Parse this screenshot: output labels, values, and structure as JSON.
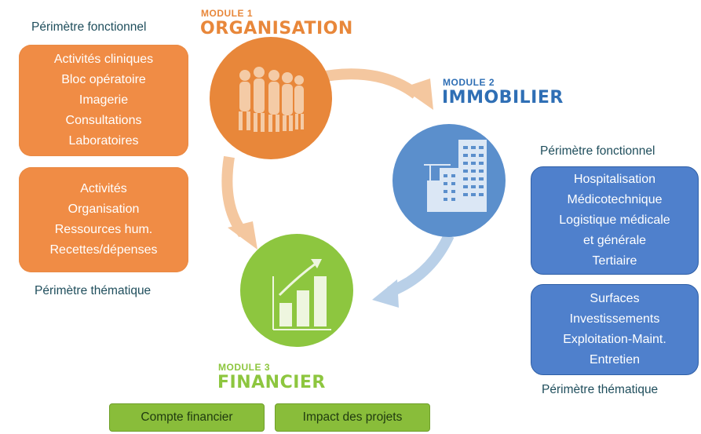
{
  "colors": {
    "orange": "#f08c45",
    "orange_circle": "#e8873a",
    "blue": "#4f80cc",
    "blue_circle": "#5b8fcc",
    "green": "#89bd3a",
    "green_circle": "#8dc63f",
    "arrow_orange": "#f4c79f",
    "arrow_blue": "#b9d0e8"
  },
  "module1": {
    "kicker": "MODULE 1",
    "title": "ORGANISATION",
    "icon": "people-icon"
  },
  "module2": {
    "kicker": "MODULE 2",
    "title": "IMMOBILIER",
    "icon": "buildings-icon"
  },
  "module3": {
    "kicker": "MODULE 3",
    "title": "FINANCIER",
    "icon": "growth-chart-icon"
  },
  "left": {
    "functional_caption": "Périmètre fonctionnel",
    "functional_items": [
      "Activités cliniques",
      "Bloc opératoire",
      "Imagerie",
      "Consultations",
      "Laboratoires"
    ],
    "thematic_items": [
      "Activités",
      "Organisation",
      "Ressources hum.",
      "Recettes/dépenses"
    ],
    "thematic_caption": "Périmètre thématique"
  },
  "right": {
    "functional_caption": "Périmètre fonctionnel",
    "functional_items": [
      "Hospitalisation",
      "Médicotechnique",
      "Logistique médicale",
      "et générale",
      "Tertiaire"
    ],
    "thematic_items": [
      "Surfaces",
      "Investissements",
      "Exploitation-Maint.",
      "Entretien"
    ],
    "thematic_caption": "Périmètre thématique"
  },
  "buttons": {
    "compte": "Compte financier",
    "impact": "Impact des projets"
  }
}
